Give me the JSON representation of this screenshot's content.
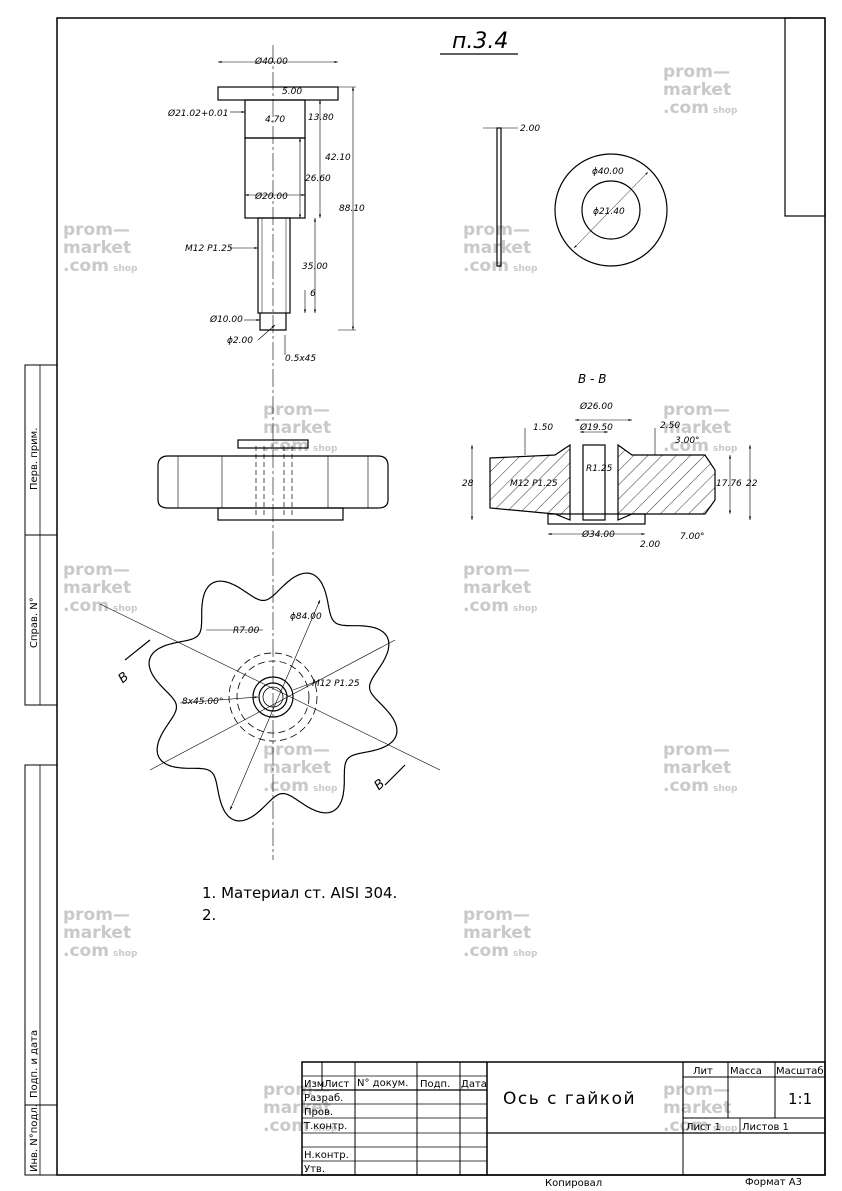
{
  "sheet": {
    "page_ref": "п.3.4",
    "format": "Формат А3",
    "copied": "Копировал"
  },
  "side_strip": {
    "perv_prim": "Перв. прим.",
    "sprav_n": "Справ. N°",
    "podp_data": "Подп. и дата",
    "inv_n_podl": "Инв. N°подл."
  },
  "axle_dims": {
    "d40": "Ø40.00",
    "t5": "5.00",
    "d2102": "Ø21.02+0.01",
    "l470": "4.70",
    "l1380": "13.80",
    "l4210": "42.10",
    "l2660": "26.60",
    "d20": "Ø20.00",
    "l8810": "88.10",
    "thread": "M12 P1.25",
    "l35": "35.00",
    "l6": "6",
    "d10": "Ø10.00",
    "d2": "ϕ2.00",
    "chamfer": "0.5x45"
  },
  "washer": {
    "thickness": "2.00",
    "outer": "ϕ40.00",
    "inner": "ϕ21.40"
  },
  "section": {
    "title": "B - B",
    "d26": "Ø26.00",
    "d195": "Ø19.50",
    "d150": "1.50",
    "d250": "2.50",
    "a3": "3.00°",
    "r125": "R1.25",
    "thread": "M12 P1.25",
    "h28": "28",
    "h1776": "17.76",
    "h22": "22",
    "d34": "Ø34.00",
    "d200": "2.00",
    "a7": "7.00°"
  },
  "knob": {
    "r7": "R7.00",
    "d84": "ϕ84.00",
    "thread": "M12 P1.25",
    "pattern": "8x45.00°",
    "cut_a": "B",
    "cut_b": "B"
  },
  "notes": {
    "n1": "1. Материал ст. AISI 304.",
    "n2": "2."
  },
  "title_block": {
    "izm": "Изм",
    "list": "Лист",
    "n_dokum": "N° докум.",
    "podp": "Подп.",
    "data": "Дата",
    "razrab": "Разраб.",
    "prov": "Пров.",
    "t_kontr": "Т.контр.",
    "n_kontr": "Н.контр.",
    "utv": "Утв.",
    "name": "Ось с гайкой",
    "lit": "Лит",
    "massa": "Масса",
    "masshtab": "Масштаб",
    "scale": "1:1",
    "sheet_label": "Лист 1",
    "sheets_label": "Листов 1"
  },
  "watermark": {
    "line1": "prom—",
    "line2": "market",
    "line3": ".com",
    "suffix": "shop"
  }
}
